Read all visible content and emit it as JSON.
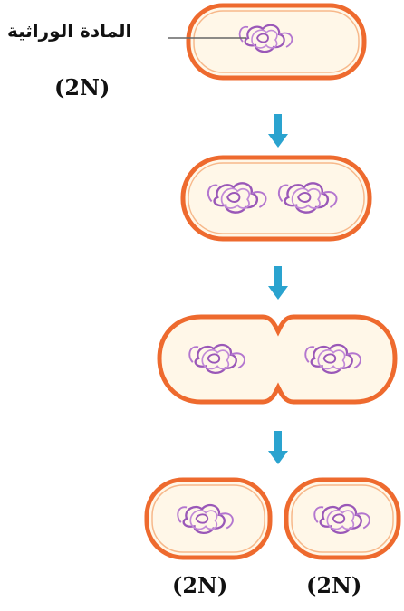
{
  "labels": {
    "genetic_material": "المادة الوراثية",
    "top_ploidy": "(2N)",
    "left_daughter_ploidy": "(2N)",
    "right_daughter_ploidy": "(2N)"
  },
  "stages": [
    "single-cell",
    "replicated-dna",
    "dividing-cell",
    "two-daughter-cells"
  ],
  "colors": {
    "cell_wall": "#ee6a2e",
    "cell_fill": "#fff7e8",
    "dna": "#9a58b8",
    "arrow": "#2aa3cf",
    "pointer_line": "#666666"
  }
}
